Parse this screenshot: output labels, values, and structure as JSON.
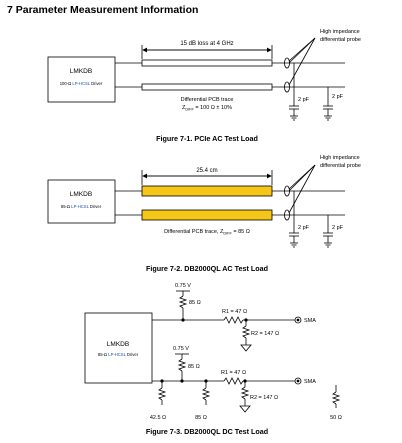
{
  "section_title": "7 Parameter Measurement Information",
  "fig1": {
    "block_title": "LMKDB",
    "block_sub_prefix": "100-Ω ",
    "block_sub_link": "LP-HCSL",
    "block_sub_suffix": " Driver",
    "loss_label": "15 dB loss at 4 GHz",
    "trace_label": "Differential PCB trace",
    "impedance_label": "Z",
    "impedance_sub": "DIFF",
    "impedance_value": " = 100 Ω ± 10%",
    "probe_label_1": "High impedance",
    "probe_label_2": "differential probe",
    "cap1": "2 pF",
    "cap2": "2 pF",
    "caption": "Figure 7-1. PCIe AC Test Load"
  },
  "fig2": {
    "block_title": "LMKDB",
    "block_sub_prefix": "85-Ω ",
    "block_sub_link": "LP-HCSL",
    "block_sub_suffix": " Driver",
    "length_label": "25.4 cm",
    "trace_label_prefix": "Differential PCB trace, Z",
    "trace_label_sub": "DIFF",
    "trace_label_suffix": " = 85 Ω",
    "probe_label_1": "High impedance",
    "probe_label_2": "differential probe",
    "cap1": "2 pF",
    "cap2": "2 pF",
    "caption": "Figure 7-2. DB2000QL AC Test Load"
  },
  "fig3": {
    "block_title": "LMKDB",
    "block_sub_prefix": "85-Ω ",
    "block_sub_link": "LP-HCSL",
    "block_sub_suffix": " Driver",
    "v_top": "0.75 V",
    "r_top": "85 Ω",
    "r1_top": "R1 = 47 Ω",
    "r2_top": "R2 = 147 Ω",
    "sma_top": "SMA",
    "v_bot": "0.75 V",
    "r_bot": "85 Ω",
    "r1_bot": "R1 = 47 Ω",
    "r2_bot": "R2 = 147 Ω",
    "sma_bot": "SMA",
    "r_left": "42.5 Ω",
    "r_mid": "85 Ω",
    "r_right": "50 Ω",
    "caption": "Figure 7-3. DB2000QL DC Test Load"
  },
  "colors": {
    "trace_fill": "#f5c518",
    "link": "#1a4fb0"
  }
}
